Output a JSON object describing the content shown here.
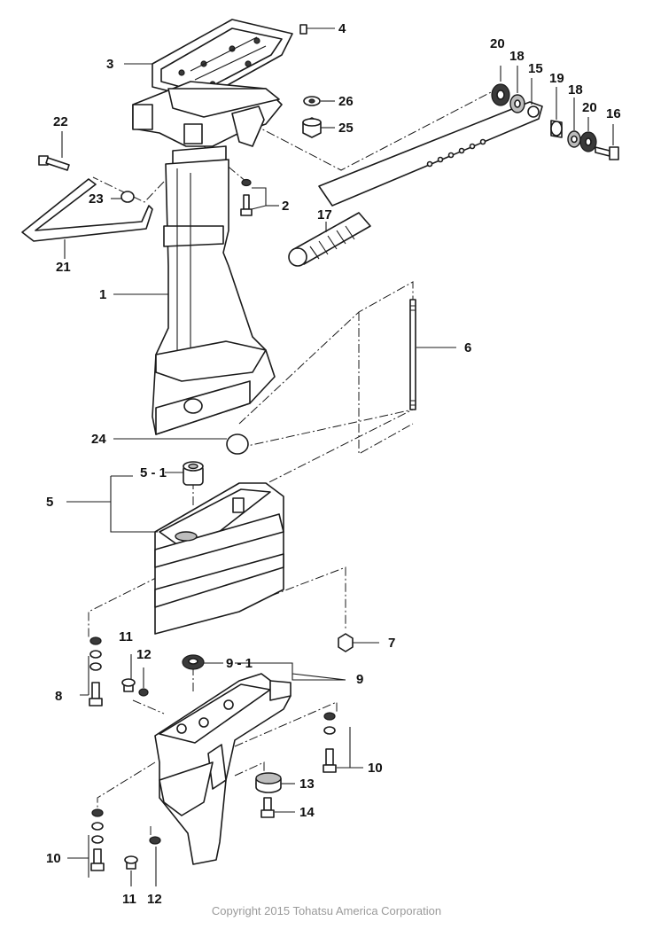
{
  "callouts": [
    {
      "id": "c1",
      "label": "1"
    },
    {
      "id": "c2",
      "label": "2"
    },
    {
      "id": "c3",
      "label": "3"
    },
    {
      "id": "c4",
      "label": "4"
    },
    {
      "id": "c5",
      "label": "5"
    },
    {
      "id": "c5-1",
      "label": "5 - 1"
    },
    {
      "id": "c6",
      "label": "6"
    },
    {
      "id": "c7",
      "label": "7"
    },
    {
      "id": "c8",
      "label": "8"
    },
    {
      "id": "c9",
      "label": "9"
    },
    {
      "id": "c9-1",
      "label": "9 - 1"
    },
    {
      "id": "c10a",
      "label": "10"
    },
    {
      "id": "c10b",
      "label": "10"
    },
    {
      "id": "c11a",
      "label": "11"
    },
    {
      "id": "c11b",
      "label": "11"
    },
    {
      "id": "c12a",
      "label": "12"
    },
    {
      "id": "c12b",
      "label": "12"
    },
    {
      "id": "c13",
      "label": "13"
    },
    {
      "id": "c14",
      "label": "14"
    },
    {
      "id": "c15",
      "label": "15"
    },
    {
      "id": "c16",
      "label": "16"
    },
    {
      "id": "c17",
      "label": "17"
    },
    {
      "id": "c18a",
      "label": "18"
    },
    {
      "id": "c18b",
      "label": "18"
    },
    {
      "id": "c19",
      "label": "19"
    },
    {
      "id": "c20a",
      "label": "20"
    },
    {
      "id": "c20b",
      "label": "20"
    },
    {
      "id": "c21",
      "label": "21"
    },
    {
      "id": "c22",
      "label": "22"
    },
    {
      "id": "c23",
      "label": "23"
    },
    {
      "id": "c24",
      "label": "24"
    },
    {
      "id": "c25",
      "label": "25"
    },
    {
      "id": "c26",
      "label": "26"
    }
  ],
  "copyright": "Copyright 2015 Tohatsu America Corporation"
}
